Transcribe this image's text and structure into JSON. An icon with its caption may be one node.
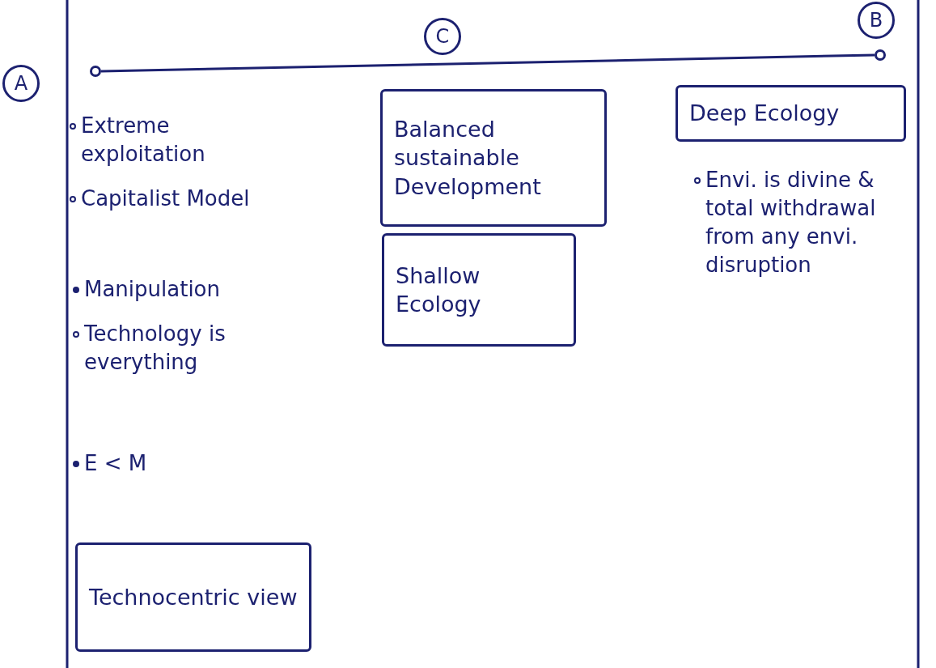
{
  "diagram": {
    "nodes": [
      {
        "text": [
          "A"
        ]
      },
      {
        "text": [],
        "shape": "circle"
      },
      {
        "text": [
          "C"
        ]
      },
      {
        "text": [
          "B"
        ]
      },
      {
        "text": [],
        "shape": "circle"
      },
      {
        "text": [
          "Balanced sustainable Development"
        ]
      },
      {
        "text": [
          "Shallow Ecology"
        ]
      },
      {
        "text": [
          "Deep Ecology"
        ]
      },
      {
        "text": [
          "Technocentric view"
        ]
      }
    ],
    "edges": [
      {
        "from": 1,
        "to": 4,
        "arrow": "none"
      }
    ],
    "labels": [
      "Extreme exploitation",
      "Capitalist Model",
      "Manipulation",
      "Technology is everything",
      "E < M",
      "Envi. is divine & total withdrawal from any envi. disruption"
    ]
  }
}
